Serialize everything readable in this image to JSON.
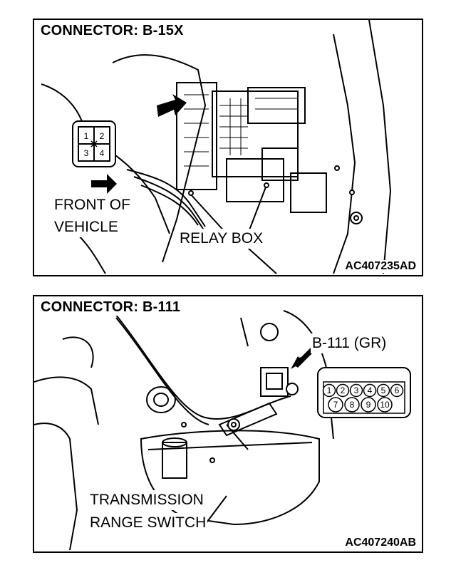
{
  "top_panel": {
    "title": "CONNECTOR: B-15X",
    "code": "AC407235AD",
    "labels": {
      "front_line1": "FRONT OF",
      "front_line2": "VEHICLE",
      "relay_box": "RELAY BOX"
    },
    "connector_pins": [
      "1",
      "2",
      "3",
      "4"
    ]
  },
  "bottom_panel": {
    "title": "CONNECTOR: B-111",
    "code": "AC407240AB",
    "labels": {
      "connector_id": "B-111 (GR)",
      "switch_line1": "TRANSMISSION",
      "switch_line2": "RANGE SWITCH"
    },
    "connector_pins": [
      "1",
      "2",
      "3",
      "4",
      "5",
      "6",
      "7",
      "8",
      "9",
      "10"
    ]
  }
}
